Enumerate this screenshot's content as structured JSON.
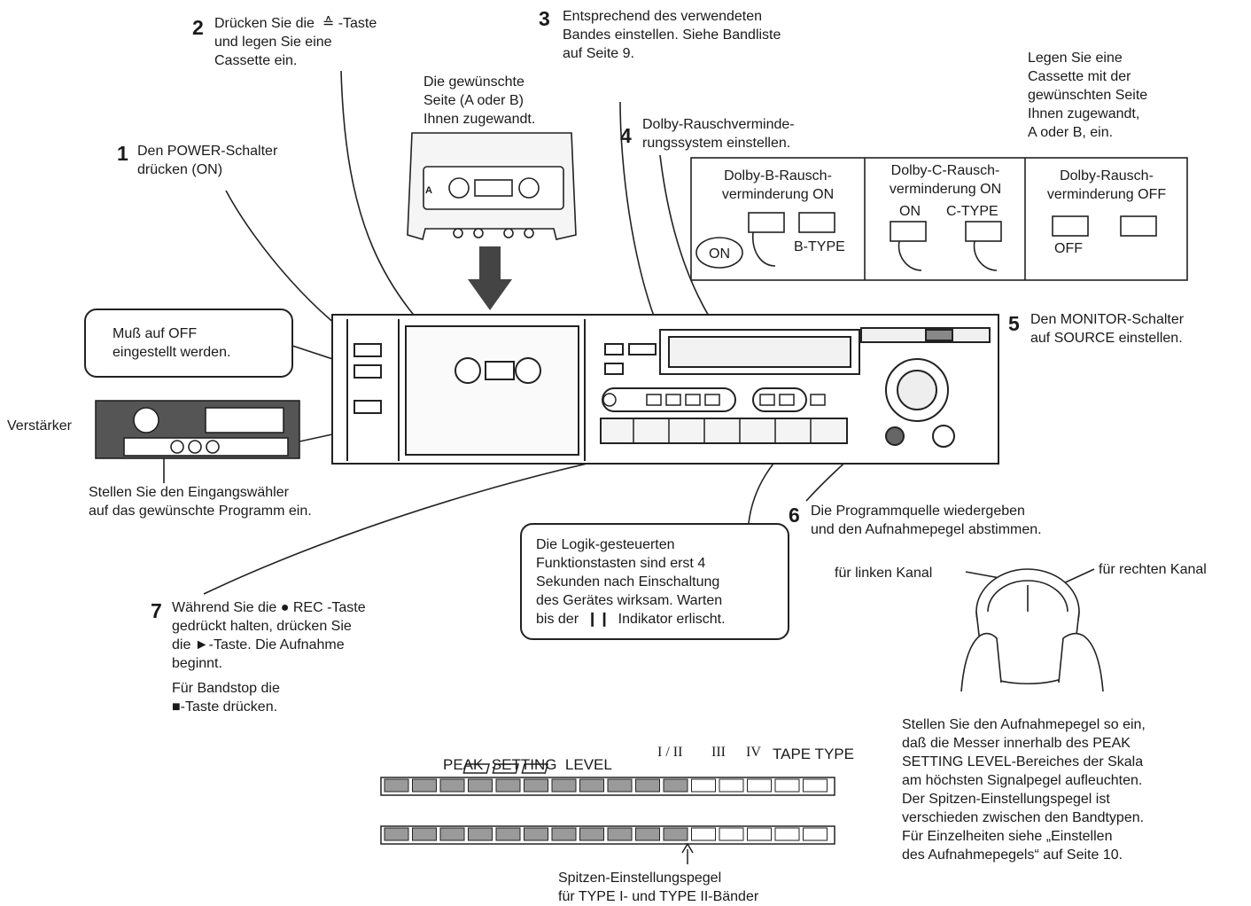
{
  "steps": {
    "s1": {
      "num": "1",
      "text": "Den POWER-Schalter\ndrücken (ON)"
    },
    "s2": {
      "num": "2",
      "text": "Drücken Sie die  ≙ -Taste\nund legen Sie eine\nCassette ein."
    },
    "s3": {
      "num": "3",
      "text": "Entsprechend des verwendeten\nBandes einstellen. Siehe Bandliste\nauf Seite 9."
    },
    "s4": {
      "num": "4",
      "text": "Dolby-Rauschverminde-\nrungssystem einstellen."
    },
    "s5": {
      "num": "5",
      "text": "Den MONITOR-Schalter\nauf SOURCE einstellen."
    },
    "s6": {
      "num": "6",
      "text": "Die Programmquelle wiedergeben\nund den Aufnahmepegel abstimmen."
    },
    "s7": {
      "num": "7",
      "text": "Während Sie die ● REC -Taste\ngedrückt halten, drücken Sie\ndie ►-Taste. Die Aufnahme\nbeginnt."
    },
    "s7b": "Für Bandstop die\n■-Taste drücken."
  },
  "notes": {
    "cassette_side": "Die gewünschte\nSeite (A oder B)\nIhnen zugewandt.",
    "insert_cassette": "Legen Sie eine\nCassette mit der\ngewünschten Seite\nIhnen zugewandt,\nA oder B, ein.",
    "must_off": "Muß auf OFF\neingestellt werden.",
    "amplifier": "Verstärker",
    "input_selector": "Stellen Sie den Eingangswähler\nauf das gewünschte Programm ein.",
    "logic_keys": "Die Logik-gesteuerten\nFunktionstasten sind erst 4\nSekunden nach Einschaltung\ndes Gerätes wirksam. Warten\nbis der  ❙❙  Indikator erlischt.",
    "left_channel": "für linken Kanal",
    "right_channel": "für rechten Kanal",
    "level_setting": "Stellen Sie den Aufnahmepegel so ein,\ndaß die Messer innerhalb des PEAK\nSETTING LEVEL-Bereiches der Skala\nam höchsten Signalpegel aufleuchten.\nDer Spitzen-Einstellungspegel ist\nverschieden zwischen den Bandtypen.\nFür Einzelheiten siehe „Einstellen\ndes Aufnahmepegels“ auf Seite 10.",
    "peak_caption": "Spitzen-Einstellungspegel\nfür TYPE I- und TYPE II-Bänder"
  },
  "dolby_table": {
    "col_b": "Dolby-B-Rausch-\nverminderung ON",
    "col_c": "Dolby-C-Rausch-\nverminderung ON",
    "col_off": "Dolby-Rausch-\nverminderung OFF",
    "on_label": "ON",
    "btype_label": "B-TYPE",
    "c_on_label": "ON",
    "ctype_label": "C-TYPE",
    "off_label": "OFF"
  },
  "meter": {
    "peak_label": "PEAK  SETTING  LEVEL",
    "type_1_2": "I / II",
    "type_3": "III",
    "type_4": "IV",
    "tape_type": "TAPE TYPE"
  },
  "cassette": {
    "side_label": "A"
  }
}
